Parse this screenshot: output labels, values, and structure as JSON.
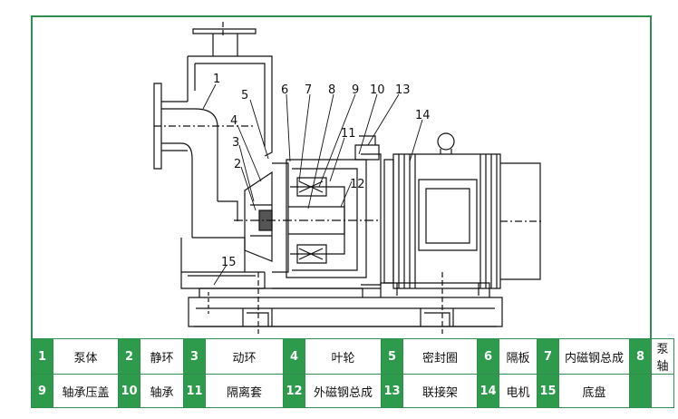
{
  "callouts": [
    "1",
    "2",
    "3",
    "4",
    "5",
    "6",
    "7",
    "8",
    "9",
    "10",
    "11",
    "12",
    "13",
    "14",
    "15"
  ],
  "legend": {
    "rows": [
      [
        {
          "num": "1",
          "label": "泵体"
        },
        {
          "num": "2",
          "label": "静环"
        },
        {
          "num": "3",
          "label": "动环"
        },
        {
          "num": "4",
          "label": "叶轮"
        },
        {
          "num": "5",
          "label": "密封圈"
        },
        {
          "num": "6",
          "label": "隔板"
        },
        {
          "num": "7",
          "label": "内磁钢总成"
        },
        {
          "num": "8",
          "label": "泵轴"
        }
      ],
      [
        {
          "num": "9",
          "label": "轴承压盖"
        },
        {
          "num": "10",
          "label": "轴承"
        },
        {
          "num": "11",
          "label": "隔离套"
        },
        {
          "num": "12",
          "label": "外磁钢总成"
        },
        {
          "num": "13",
          "label": "联接架"
        },
        {
          "num": "14",
          "label": "电机"
        },
        {
          "num": "15",
          "label": "底盘"
        },
        {
          "num": "",
          "label": ""
        }
      ]
    ]
  },
  "colors": {
    "accent_green": "#2e9a4c",
    "border_green": "#2f8f4e",
    "line": "#111111"
  }
}
